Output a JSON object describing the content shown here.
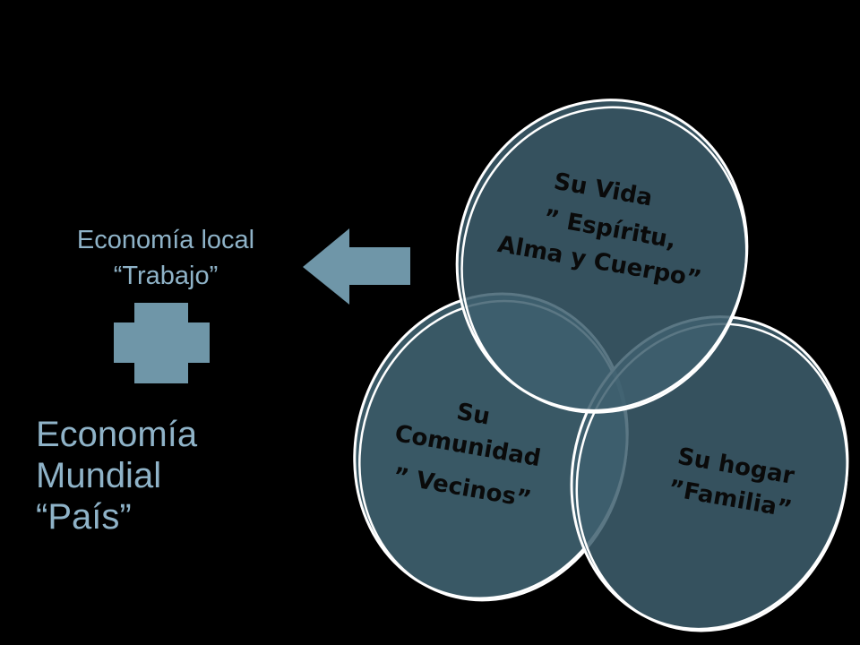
{
  "left_panel": {
    "local_title": "Economía local",
    "local_subtitle": "“Trabajo”",
    "world_line1": "Economía",
    "world_line2": "Mundial",
    "world_line3": "“País”"
  },
  "venn": {
    "vida": {
      "line1": "Su Vida",
      "line2": "” Espíritu,",
      "line3": "Alma y Cuerpo”"
    },
    "comunidad": {
      "line1": "Su",
      "line2": "Comunidad",
      "line3": "” Vecinos”"
    },
    "hogar": {
      "line1": "Su hogar",
      "line2": "”Familia”"
    }
  },
  "colors": {
    "text_blue": "#8fb3c8",
    "arrow_fill": "#6f96a8",
    "ellipse_fill": "#3e5f6e",
    "ellipse_stroke": "#ffffff"
  }
}
